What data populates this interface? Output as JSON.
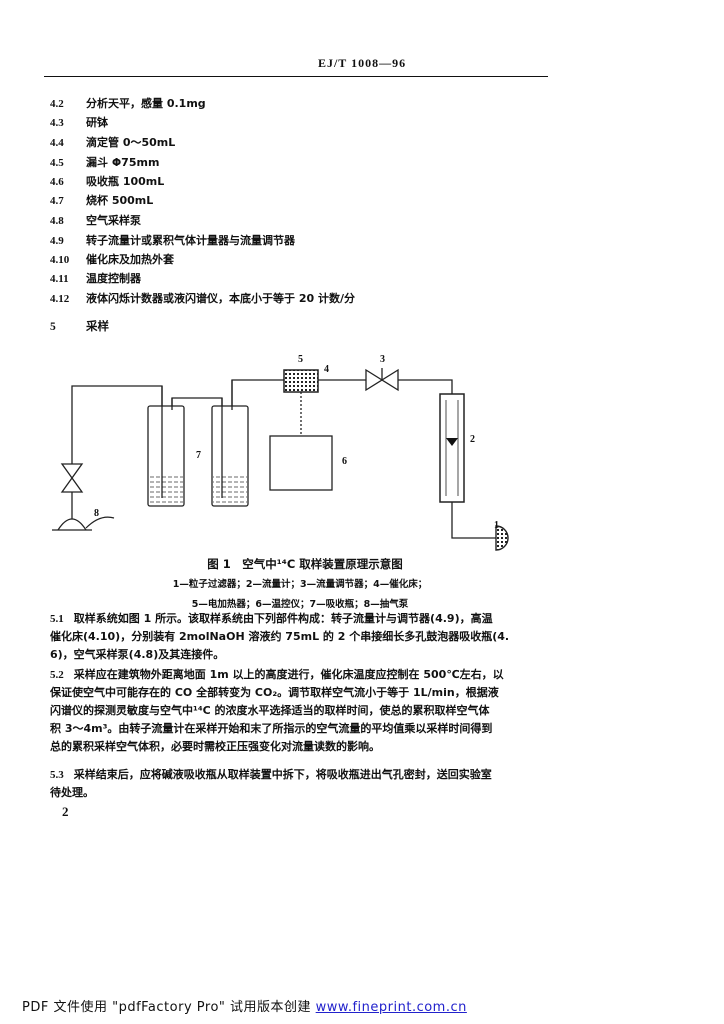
{
  "header": {
    "standard_code": "EJ/T 1008—96"
  },
  "items": [
    {
      "num": "4.2",
      "text": "分析天平，感量 0.1mg"
    },
    {
      "num": "4.3",
      "text": "研钵"
    },
    {
      "num": "4.4",
      "text": "滴定管 0～50mL"
    },
    {
      "num": "4.5",
      "text": "漏斗 Φ75mm"
    },
    {
      "num": "4.6",
      "text": "吸收瓶 100mL"
    },
    {
      "num": "4.7",
      "text": "烧杯 500mL"
    },
    {
      "num": "4.8",
      "text": "空气采样泵"
    },
    {
      "num": "4.9",
      "text": "转子流量计或累积气体计量器与流量调节器"
    },
    {
      "num": "4.10",
      "text": "催化床及加热外套"
    },
    {
      "num": "4.11",
      "text": "温度控制器"
    },
    {
      "num": "4.12",
      "text": "液体闪烁计数器或液闪谱仪，本底小于等于 20 计数/分"
    }
  ],
  "section": {
    "num": "5",
    "title": "采样"
  },
  "figure": {
    "labels": [
      "1",
      "2",
      "3",
      "4",
      "5",
      "6",
      "7",
      "8"
    ],
    "title": "图 1　空气中¹⁴C 取样装置原理示意图",
    "legend_line1": "1—粒子过滤器；2—流量计；3—流量调节器；4—催化床；",
    "legend_line2": "5—电加热器；6—温控仪；7—吸收瓶；8—抽气泵"
  },
  "paragraphs": [
    {
      "num": "5.1",
      "lines": [
        "取样系统如图 1 所示。该取样系统由下列部件构成：转子流量计与调节器(4.9)，高温",
        "催化床(4.10)，分别装有 2molNaOH 溶液约 75mL 的 2 个串接细长多孔鼓泡器吸收瓶(4.",
        "6)，空气采样泵(4.8)及其连接件。"
      ]
    },
    {
      "num": "5.2",
      "lines": [
        "采样应在建筑物外距离地面 1m 以上的高度进行，催化床温度应控制在 500℃左右，以",
        "保证使空气中可能存在的 CO 全部转变为 CO₂。调节取样空气流小于等于 1L/min，根据液",
        "闪谱仪的探测灵敏度与空气中¹⁴C 的浓度水平选择适当的取样时间，使总的累积取样空气体",
        "积 3～4m³。由转子流量计在采样开始和末了所指示的空气流量的平均值乘以采样时间得到",
        "总的累积采样空气体积，必要时需校正压强变化对流量读数的影响。"
      ]
    },
    {
      "num": "5.3",
      "lines": [
        "采样结束后，应将碱液吸收瓶从取样装置中拆下，将吸收瓶进出气孔密封，送回实验室",
        "待处理。"
      ]
    }
  ],
  "page_number": "2",
  "footer": {
    "text": "PDF 文件使用 \"pdfFactory Pro\" 试用版本创建 ",
    "link": "www.fineprint.com.cn"
  }
}
